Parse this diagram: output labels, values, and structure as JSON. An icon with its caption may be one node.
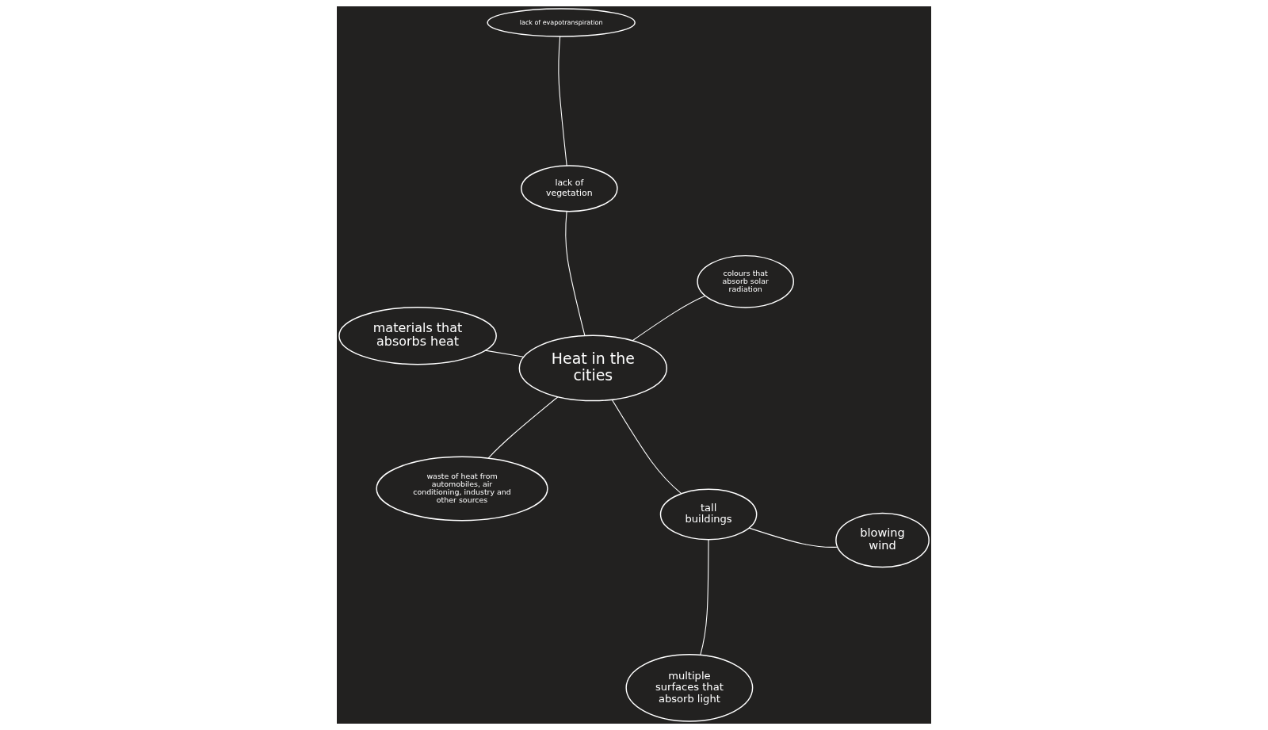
{
  "diagram": {
    "nodes": [
      {
        "text": [
          "materials that absorbs heat"
        ]
      },
      {
        "text": [
          "colours that absorb solar radiation"
        ]
      },
      {
        "text": [
          "Heat in the cities"
        ]
      },
      {
        "text": [
          "lack of vegetation"
        ]
      },
      {
        "text": [
          "lack of evapotranspiration"
        ]
      },
      {
        "text": [
          "tall buildings"
        ]
      },
      {
        "text": [
          "waste of heat from automobiles, air conditioning, industry and other sources"
        ]
      },
      {
        "text": [
          "blowing wind"
        ]
      },
      {
        "text": [
          "multiple surfaces that absorb light"
        ]
      }
    ],
    "edges": [
      {
        "from": 2,
        "to": 0,
        "arrow": "none"
      },
      {
        "from": 2,
        "to": 1,
        "arrow": "none"
      },
      {
        "from": 2,
        "to": 3,
        "arrow": "none"
      },
      {
        "from": 3,
        "to": 4,
        "arrow": "none"
      },
      {
        "from": 2,
        "to": 6,
        "arrow": "none"
      },
      {
        "from": 2,
        "to": 5,
        "arrow": "none"
      },
      {
        "from": 5,
        "to": 7,
        "arrow": "none"
      },
      {
        "from": 5,
        "to": 8,
        "arrow": "none"
      }
    ]
  }
}
